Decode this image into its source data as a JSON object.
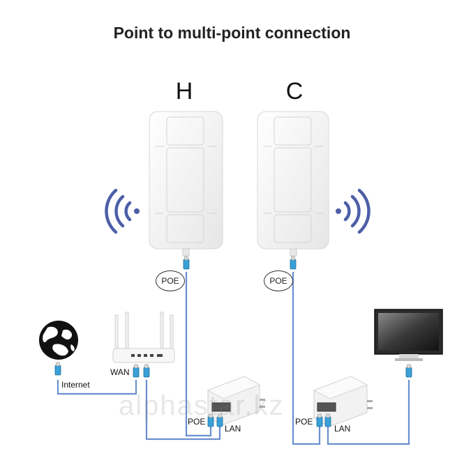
{
  "title": "Point to multi-point connection",
  "devices": {
    "cpe_left_label": "H",
    "cpe_right_label": "C"
  },
  "labels": {
    "poe_left_bubble": "POE",
    "poe_right_bubble": "POE",
    "internet": "Internet",
    "wan": "WAN",
    "poe_left_adapter": "POE",
    "lan_left_adapter": "LAN",
    "poe_right_adapter": "POE",
    "lan_right_adapter": "LAN"
  },
  "watermark": "alphastar.kz",
  "colors": {
    "cable": "#6a8fd0",
    "wifi": "#4d5ea8",
    "device": "#f4f4f4",
    "connector": "#3aa0d8"
  },
  "icons": [
    "globe-icon",
    "router-icon",
    "monitor-icon",
    "wifi-signal-icon",
    "poe-adapter-icon",
    "rj45-connector-icon"
  ]
}
